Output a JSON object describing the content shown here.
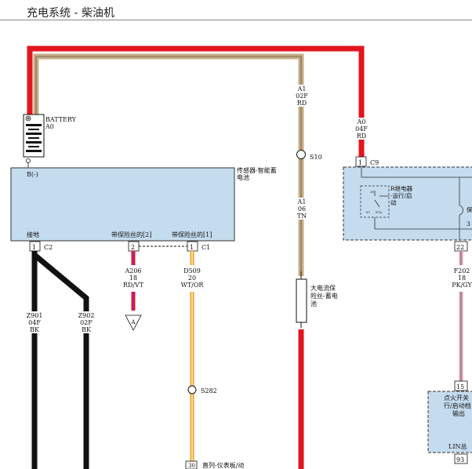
{
  "header": {
    "title": "充电系统 - 柴油机"
  },
  "battery": {
    "name": "BATTERY",
    "code": "A0",
    "neg_terminal": "B(-)"
  },
  "module_left": {
    "title_line1": "传感器-智能蓄",
    "title_line2": "电池",
    "pin_label_ground": "接地",
    "pin_label_fused2": "带保险丝的[2]",
    "pin_label_fused1": "带保险丝的[1]"
  },
  "connectors": {
    "c2_pin": "1",
    "c2_name": "C2",
    "c1_pin2": "2",
    "c1_pin1": "1",
    "c1_name": "C1",
    "c9_pin": "1",
    "c9_name": "C9",
    "pin22": "22",
    "pin15": "15",
    "pin30": "30",
    "pin93": "93"
  },
  "wires": {
    "a1_top": {
      "circuit": "A1",
      "gauge": "02F",
      "color": "RD"
    },
    "a0": {
      "circuit": "A0",
      "gauge": "04F",
      "color": "RD"
    },
    "a1_mid": {
      "circuit": "A1",
      "gauge": "06",
      "color": "TN"
    },
    "a206": {
      "circuit": "A206",
      "gauge": "18",
      "color": "RD/VT"
    },
    "d509": {
      "circuit": "D509",
      "gauge": "20",
      "color": "WT/OR"
    },
    "z901": {
      "circuit": "Z901",
      "gauge": "04F",
      "color": "BK"
    },
    "z902": {
      "circuit": "Z902",
      "gauge": "02F",
      "color": "BK"
    },
    "f202": {
      "circuit": "F202",
      "gauge": "18",
      "color": "PK/GY"
    }
  },
  "splices": {
    "s10": "S10",
    "s282": "S282"
  },
  "offpage": {
    "a": "A"
  },
  "fuse": {
    "line1": "大电流保",
    "line2": "险丝-蓄电",
    "line3": "池"
  },
  "relay": {
    "line1": "R继电器",
    "line2": "-运行/启",
    "line3": "动",
    "pin30": "30",
    "pin87": "87",
    "pin87a": "87A"
  },
  "right_module_partial": {
    "fragment1": "保",
    "fragment2": "3"
  },
  "ignition": {
    "line1": "点火开关",
    "line2": "行/启动档",
    "line3": "输出",
    "lin": "LIN总"
  },
  "bottom_note": "直列-仪表板/动"
}
